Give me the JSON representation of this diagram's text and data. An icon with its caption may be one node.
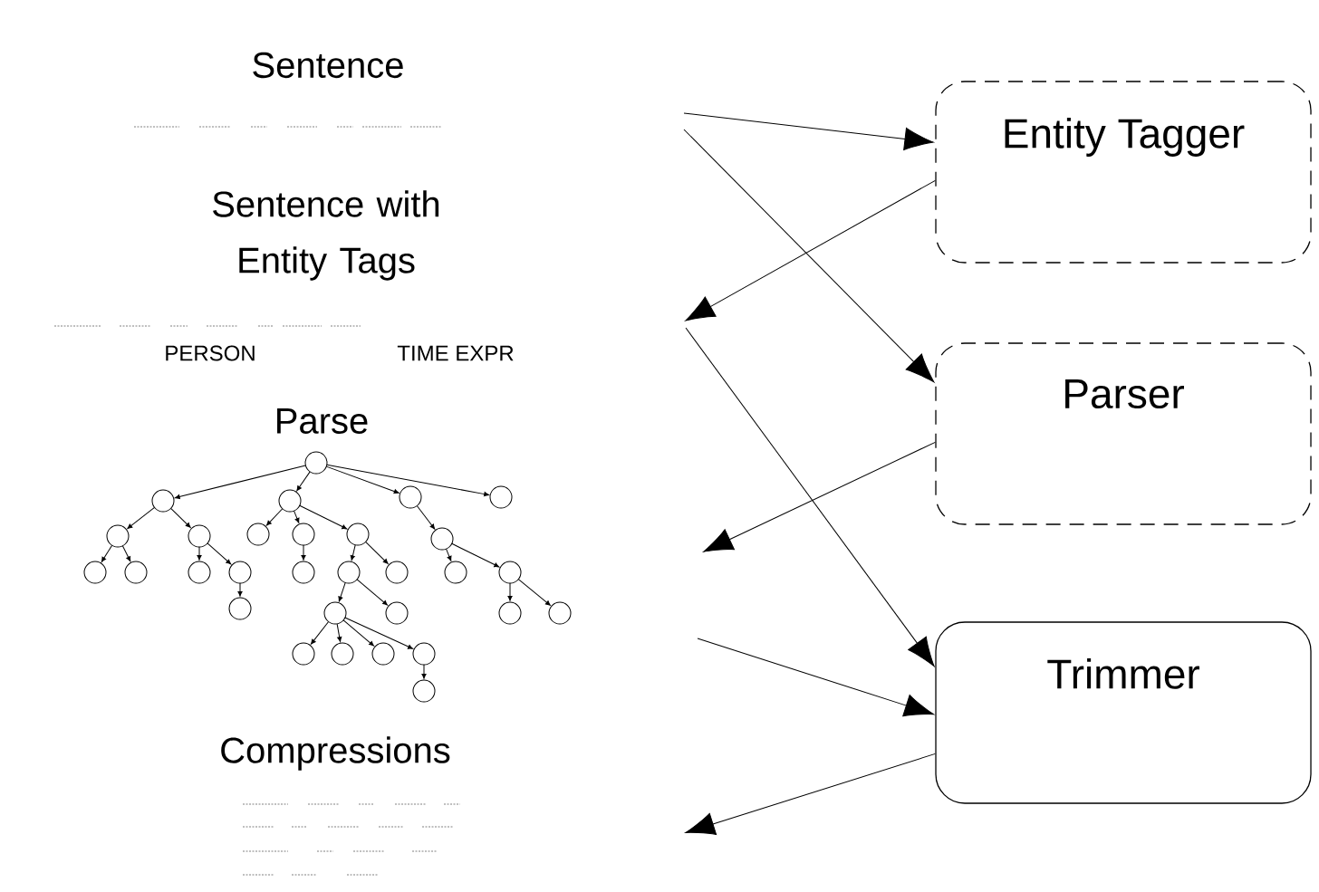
{
  "diagram": {
    "nodes": [
      {
        "text": [
          "Entity Tagger"
        ]
      },
      {
        "text": [
          "Parser"
        ]
      },
      {
        "text": [
          "Trimmer"
        ]
      }
    ],
    "edges": [
      {
        "from": null,
        "to": 0,
        "arrow": "to"
      },
      {
        "from": 0,
        "to": null,
        "arrow": "to"
      },
      {
        "from": null,
        "to": 1,
        "arrow": "to"
      },
      {
        "from": 1,
        "to": null,
        "arrow": "to"
      },
      {
        "from": null,
        "to": 2,
        "arrow": "to"
      },
      {
        "from": null,
        "to": 2,
        "arrow": "to"
      },
      {
        "from": 2,
        "to": null,
        "arrow": "to"
      }
    ],
    "labels": [
      "Sentence",
      "Sentence with Entity Tags",
      "PERSON",
      "TIME EXPR",
      "Parse",
      "Compressions"
    ]
  }
}
